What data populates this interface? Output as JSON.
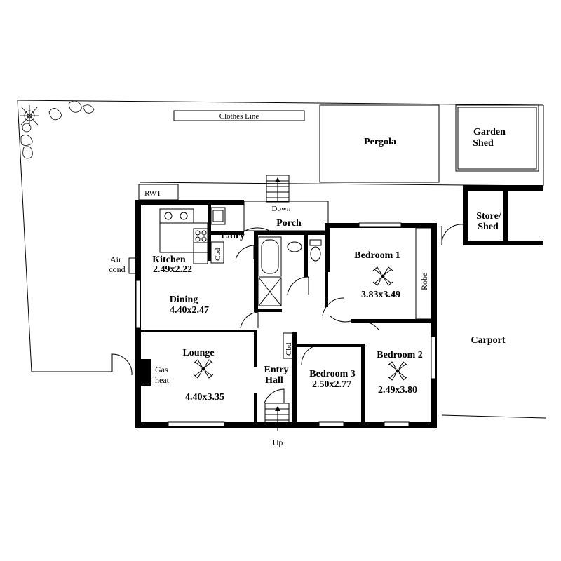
{
  "labels": {
    "clothes_line": "Clothes Line",
    "pergola": "Pergola",
    "garden_shed_1": "Garden",
    "garden_shed_2": "Shed",
    "rwt": "RWT",
    "down": "Down",
    "porch": "Porch",
    "store_shed_1": "Store/",
    "store_shed_2": "Shed",
    "air_cond_1": "Air",
    "air_cond_2": "cond",
    "kitchen": "Kitchen",
    "kitchen_dim": "2.49x2.22",
    "ldry": "L/dry",
    "cbd_laundry": "Cbd",
    "dining": "Dining",
    "dining_dim": "4.40x2.47",
    "bedroom1": "Bedroom 1",
    "bedroom1_dim": "3.83x3.49",
    "robe": "Robe",
    "lounge": "Lounge",
    "lounge_dim": "4.40x3.35",
    "gas_heat_1": "Gas",
    "gas_heat_2": "heat",
    "entry": "Entry",
    "hall": "Hall",
    "cbd_hall": "Cbd",
    "bedroom3": "Bedroom 3",
    "bedroom3_dim": "2.50x2.77",
    "bedroom2": "Bedroom 2",
    "bedroom2_dim": "2.49x3.80",
    "carport": "Carport",
    "up": "Up"
  }
}
